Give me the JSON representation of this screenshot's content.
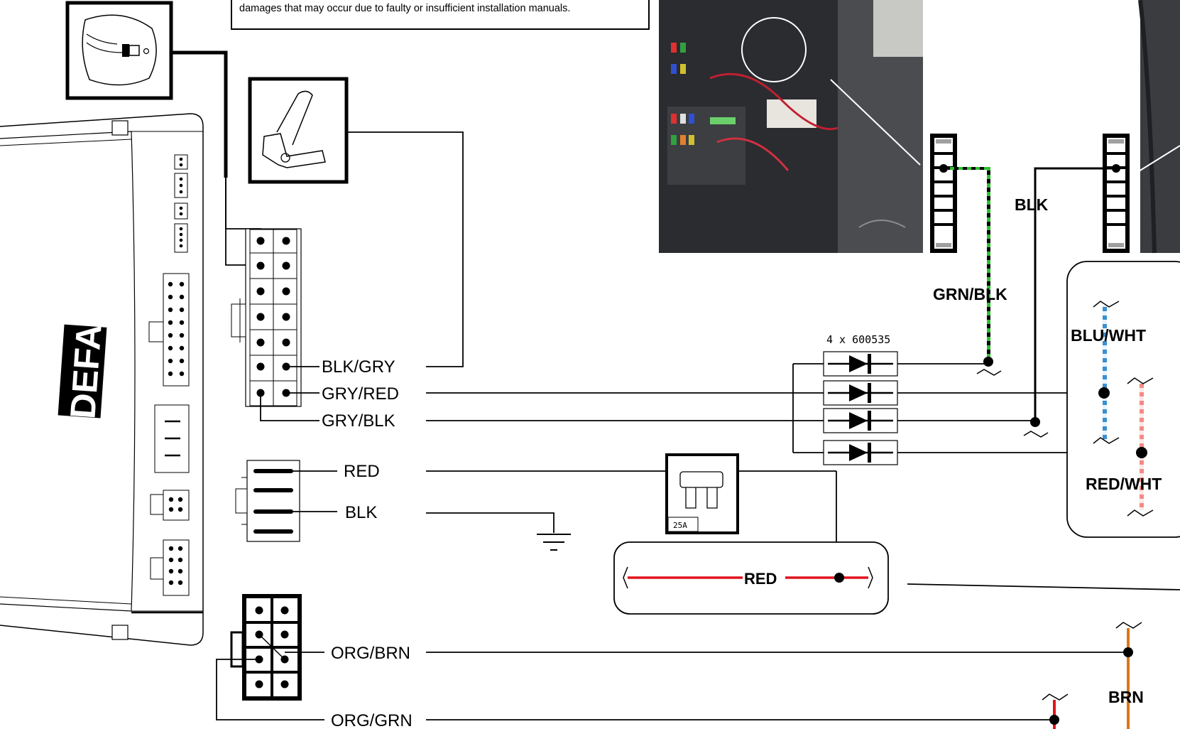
{
  "disclaimer": {
    "text": "damages that may occur due to faulty or insufficient installation manuals."
  },
  "module": {
    "brand": "DEFA"
  },
  "wire_labels": {
    "blk_gry": "BLK/GRY",
    "gry_red": "GRY/RED",
    "gry_blk": "GRY/BLK",
    "red": "RED",
    "blk": "BLK",
    "org_brn": "ORG/BRN",
    "org_grn": "ORG/GRN",
    "grn_blk": "GRN/BLK",
    "blk_vehicle": "BLK",
    "blu_wht": "BLU/WHT",
    "red_wht": "RED/WHT",
    "red_bus": "RED",
    "brn": "BRN"
  },
  "diode_pack": {
    "label": "4 x 600535"
  },
  "fuse": {
    "rating": "25A"
  },
  "colors": {
    "wire_black": "#000000",
    "wire_red": "#e0141e",
    "wire_green": "#2ec02e",
    "wire_blue": "#3a8fd0",
    "wire_salmon": "#f28a84",
    "wire_brown": "#d9761a",
    "photo_dark": "#2a2c30"
  }
}
